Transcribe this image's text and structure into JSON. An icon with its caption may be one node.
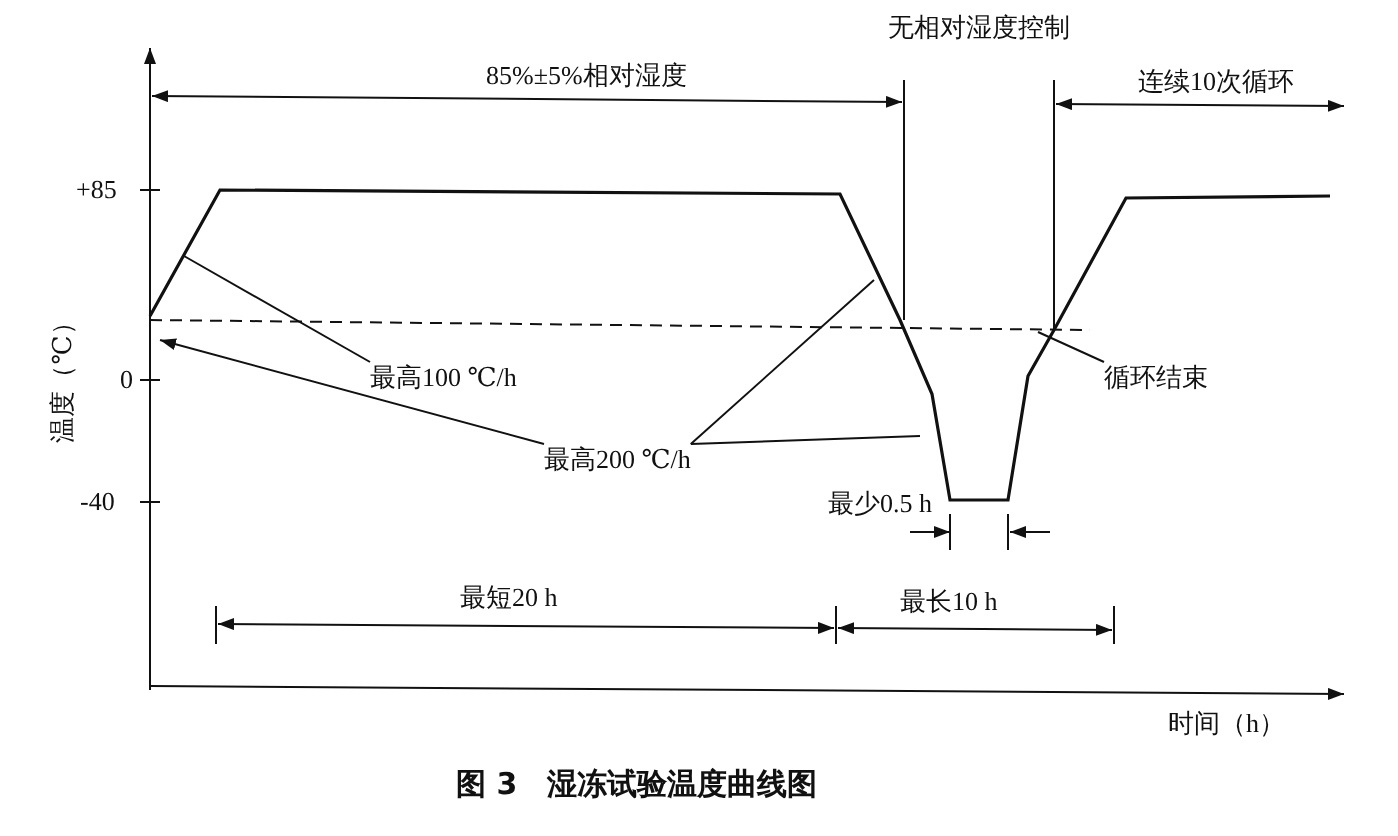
{
  "diagram": {
    "caption": "图 3　湿冻试验温度曲线图",
    "nodes": [
      {
        "text": [
          "最高100 ℃/h"
        ]
      },
      {
        "text": [
          "最高200 ℃/h"
        ]
      },
      {
        "text": [
          "循环结束"
        ]
      }
    ],
    "edges": [
      {
        "from": 0,
        "to": null,
        "arrow": "none"
      },
      {
        "from": 1,
        "to": null,
        "arrow": "to"
      },
      {
        "from": 1,
        "to": null,
        "arrow": "none"
      },
      {
        "from": 1,
        "to": null,
        "arrow": "none"
      },
      {
        "from": 2,
        "to": null,
        "arrow": "none"
      }
    ],
    "labels": [
      "无相对湿度控制",
      "85%±5%相对湿度",
      "连续10次循环",
      "+85",
      "温度（℃）",
      "0",
      "-40",
      "最少0.5 h",
      "最短20 h",
      "最长10 h",
      "时间（h）"
    ]
  }
}
